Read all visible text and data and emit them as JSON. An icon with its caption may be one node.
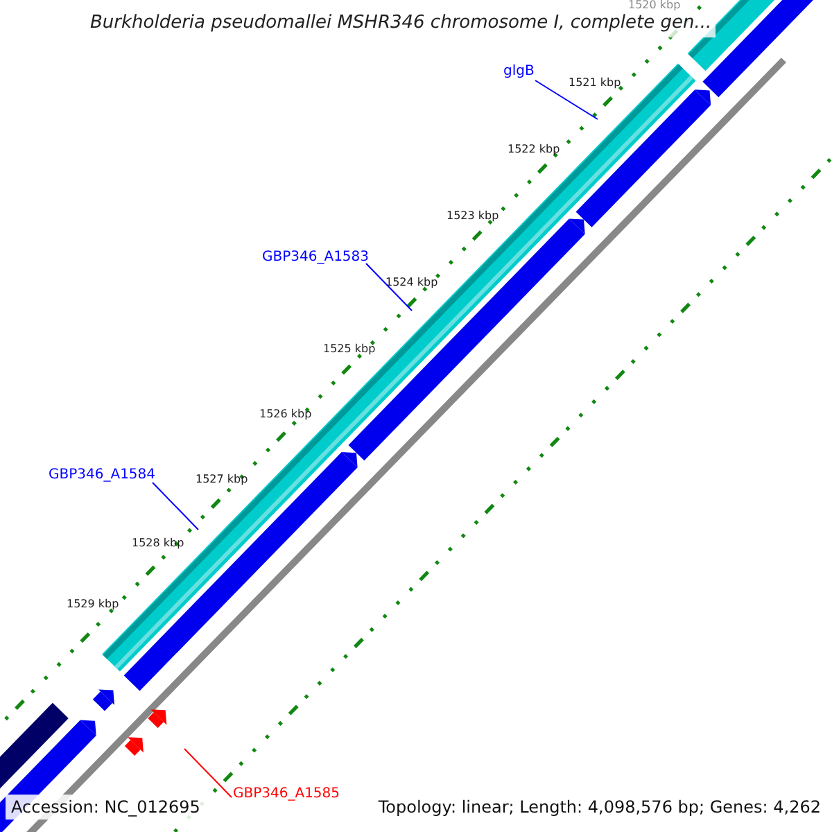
{
  "diagram": {
    "title": "Burkholderia pseudomallei MSHR346 chromosome I, complete gen...",
    "nodes": [
      {
        "text": [
          "glgB"
        ]
      },
      {
        "text": [
          "GBP346_A1583"
        ]
      },
      {
        "text": [
          "GBP346_A1584"
        ]
      },
      {
        "text": [
          "GBP346_A1585"
        ]
      }
    ],
    "edges": [
      {
        "from": 0,
        "to": null,
        "arrow": "none"
      },
      {
        "from": 1,
        "to": null,
        "arrow": "none"
      },
      {
        "from": 2,
        "to": null,
        "arrow": "none"
      },
      {
        "from": 3,
        "to": null,
        "arrow": "none",
        "color": "#ff0000"
      }
    ],
    "labels": [
      "1520 kbp",
      "1521 kbp",
      "1522 kbp",
      "1523 kbp",
      "1524 kbp",
      "1525 kbp",
      "1526 kbp",
      "1527 kbp",
      "1528 kbp",
      "1529 kbp",
      "Accession: NC_012695",
      "Topology: linear; Length: 4,098,576 bp; Genes: 4,262"
    ]
  }
}
